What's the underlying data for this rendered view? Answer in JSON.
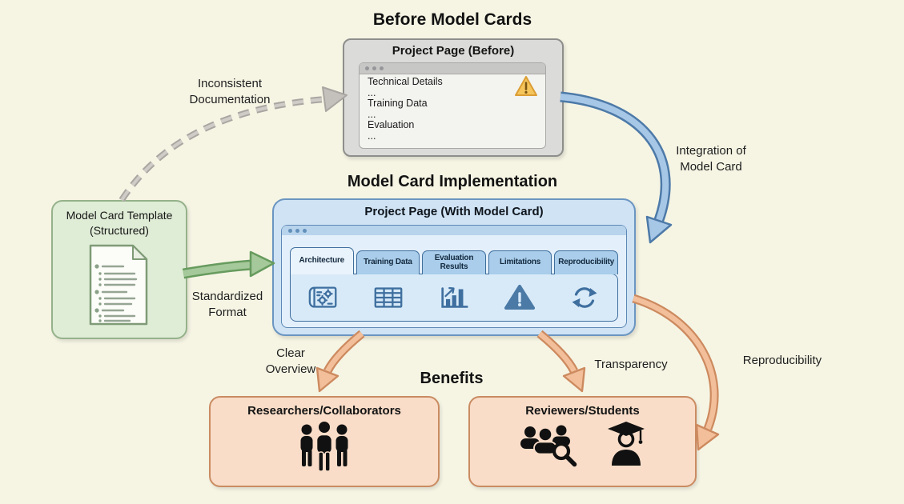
{
  "sections": {
    "before_title": "Before Model Cards",
    "implementation_title": "Model Card Implementation",
    "benefits_title": "Benefits"
  },
  "before_window": {
    "title": "Project Page (Before)",
    "content_lines": [
      "Technical Details",
      "...",
      "Training Data",
      "...",
      "Evaluation",
      "..."
    ],
    "warning_icon": "warning-triangle"
  },
  "template_box": {
    "title": "Model Card Template (Structured)",
    "icon": "document-list-icon"
  },
  "implementation_window": {
    "title": "Project Page (With Model Card)",
    "tabs": [
      {
        "label": "Architecture",
        "icon": "blueprint-gear-icon",
        "active": true
      },
      {
        "label": "Training Data",
        "icon": "table-icon",
        "active": false
      },
      {
        "label": "Evaluation Results",
        "icon": "bar-chart-icon",
        "active": false
      },
      {
        "label": "Limitations",
        "icon": "warning-icon",
        "active": false
      },
      {
        "label": "Reproducibility",
        "icon": "sync-icon",
        "active": false
      }
    ]
  },
  "arrow_labels": {
    "inconsistent_documentation": "Inconsistent Documentation",
    "integration": "Integration of Model Card",
    "standardized_format": "Standardized Format",
    "clear_overview": "Clear Overview",
    "transparency": "Transparency",
    "reproducibility": "Reproducibility"
  },
  "benefits": {
    "boxes": [
      {
        "title": "Researchers/Collaborators",
        "icons": [
          "three-people-icon"
        ]
      },
      {
        "title": "Reviewers/Students",
        "icons": [
          "group-magnifier-icon",
          "graduate-icon"
        ]
      }
    ]
  },
  "colors": {
    "background": "#f6f5e4",
    "gray_window": "#dbdbd9",
    "green_box_fill": "#dfecd6",
    "green_accent": "#679b5e",
    "blue_box_fill": "#cfe3f5",
    "blue_accent": "#4d7aa8",
    "tab_fill": "#a9cdea",
    "icon_blue": "#3e6f9f",
    "orange_box_fill": "#f9ddc8",
    "orange_accent": "#cd8a5f",
    "warning_yellow": "#f5c55c"
  }
}
